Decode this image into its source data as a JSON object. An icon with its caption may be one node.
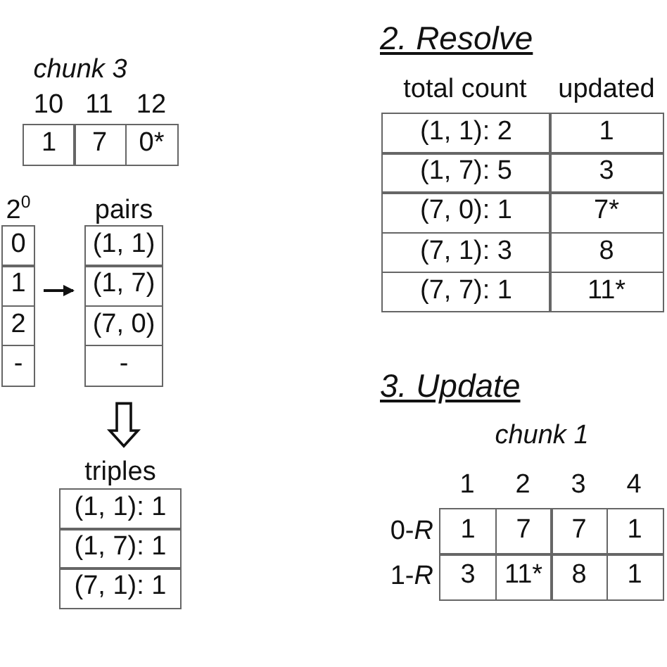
{
  "diagram": {
    "nodes": [
      {
        "text": [
          "2$^{0}$",
          "0",
          "1",
          "2",
          "-"
        ]
      },
      {
        "text": [
          "pairs",
          "(1, 1)",
          "(1, 7)",
          "(7, 0)",
          "-"
        ]
      },
      {
        "text": [
          "triples",
          "(1, 1): 1",
          "(1, 7): 1",
          "(7, 1): 1"
        ]
      }
    ],
    "edges": [
      {
        "from": 0,
        "to": 1,
        "arrow": "to"
      },
      {
        "from": 1,
        "to": 2,
        "arrow": "to",
        "style": "thick"
      }
    ],
    "labels": [
      "chunk 3",
      "10",
      "11",
      "12",
      "1",
      "7",
      "0*",
      "2. Resolve",
      "total count",
      "updated",
      "(1, 1): 2",
      "1",
      "(1, 7): 5",
      "3",
      "(7, 0): 1",
      "7*",
      "(7, 1): 3",
      "8",
      "(7, 7): 1",
      "11*",
      "3. Update",
      "chunk 1",
      "1",
      "2",
      "3",
      "4",
      "0-*R*",
      "1",
      "7",
      "7",
      "1",
      "1-*R*",
      "3",
      "11*",
      "8",
      "1"
    ]
  }
}
